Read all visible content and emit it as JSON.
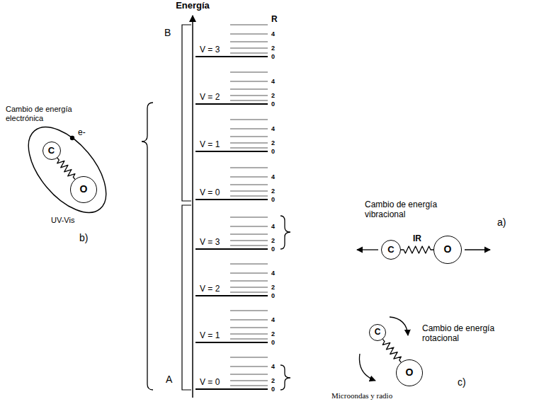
{
  "diagram": {
    "nodes": [
      {
        "text": [
          "e-"
        ]
      },
      {
        "text": [
          "C"
        ],
        "in": 0
      },
      {
        "text": [
          "O"
        ],
        "in": 0
      },
      {
        "text": [
          "C"
        ]
      },
      {
        "text": [
          "O"
        ]
      },
      {
        "text": [
          "C"
        ]
      },
      {
        "text": [
          "O"
        ]
      }
    ],
    "edges": [
      {
        "from": 1,
        "to": 2,
        "arrow": "none"
      },
      {
        "from": 3,
        "to": 4,
        "arrow": "none",
        "label": "IR"
      },
      {
        "from": 5,
        "to": 6,
        "arrow": "none"
      }
    ],
    "labels": [
      "Energía",
      "R",
      "B",
      "A",
      "V = 3",
      "V = 2",
      "V = 1",
      "V = 0",
      "V = 3",
      "V = 2",
      "V = 1",
      "V = 0",
      "4",
      "2",
      "0",
      "4",
      "2",
      "0",
      "4",
      "2",
      "0",
      "4",
      "2",
      "0",
      "4",
      "2",
      "0",
      "4",
      "2",
      "0",
      "4",
      "2",
      "0",
      "4",
      "2",
      "0",
      "Cambio de energía electrónica",
      "UV-Vis",
      "b)",
      "Cambio de energía vibracional",
      "a)",
      "Cambio de energía rotacional",
      "Microondas y radio",
      "c)"
    ]
  }
}
